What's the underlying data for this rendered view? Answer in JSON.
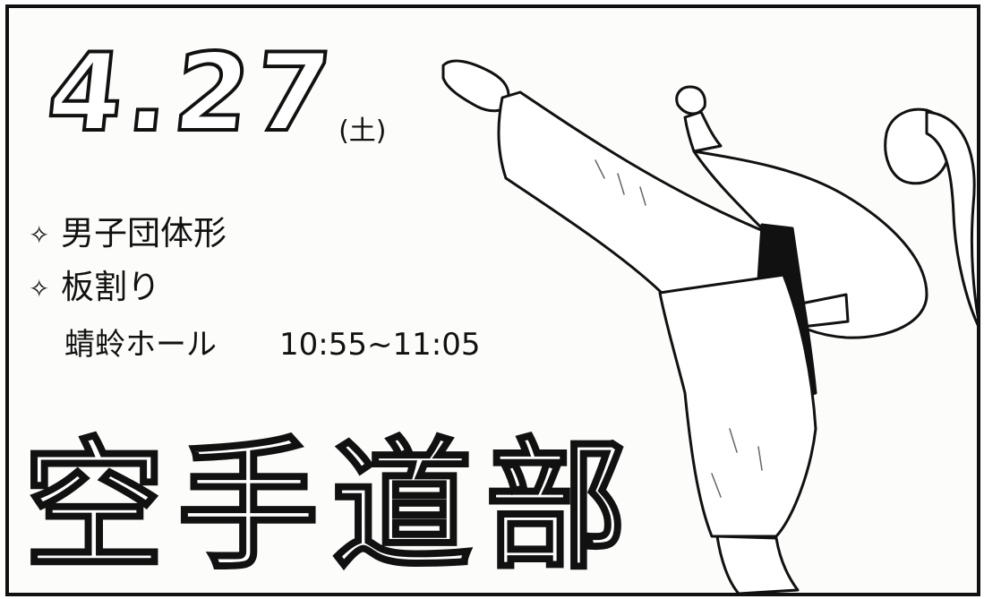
{
  "poster": {
    "date": "4.27",
    "weekday": "(土)",
    "events": [
      {
        "bullet": "✧",
        "label": "男子団体形"
      },
      {
        "bullet": "✧",
        "label": "板割り"
      }
    ],
    "venue": "蜻蛉ホール",
    "time": "10:55~11:05",
    "club_name": "空手道部"
  },
  "illustration": {
    "subject": "karateka-high-kick-icon"
  },
  "colors": {
    "ink": "#111111",
    "paper": "#fcfcfa"
  }
}
